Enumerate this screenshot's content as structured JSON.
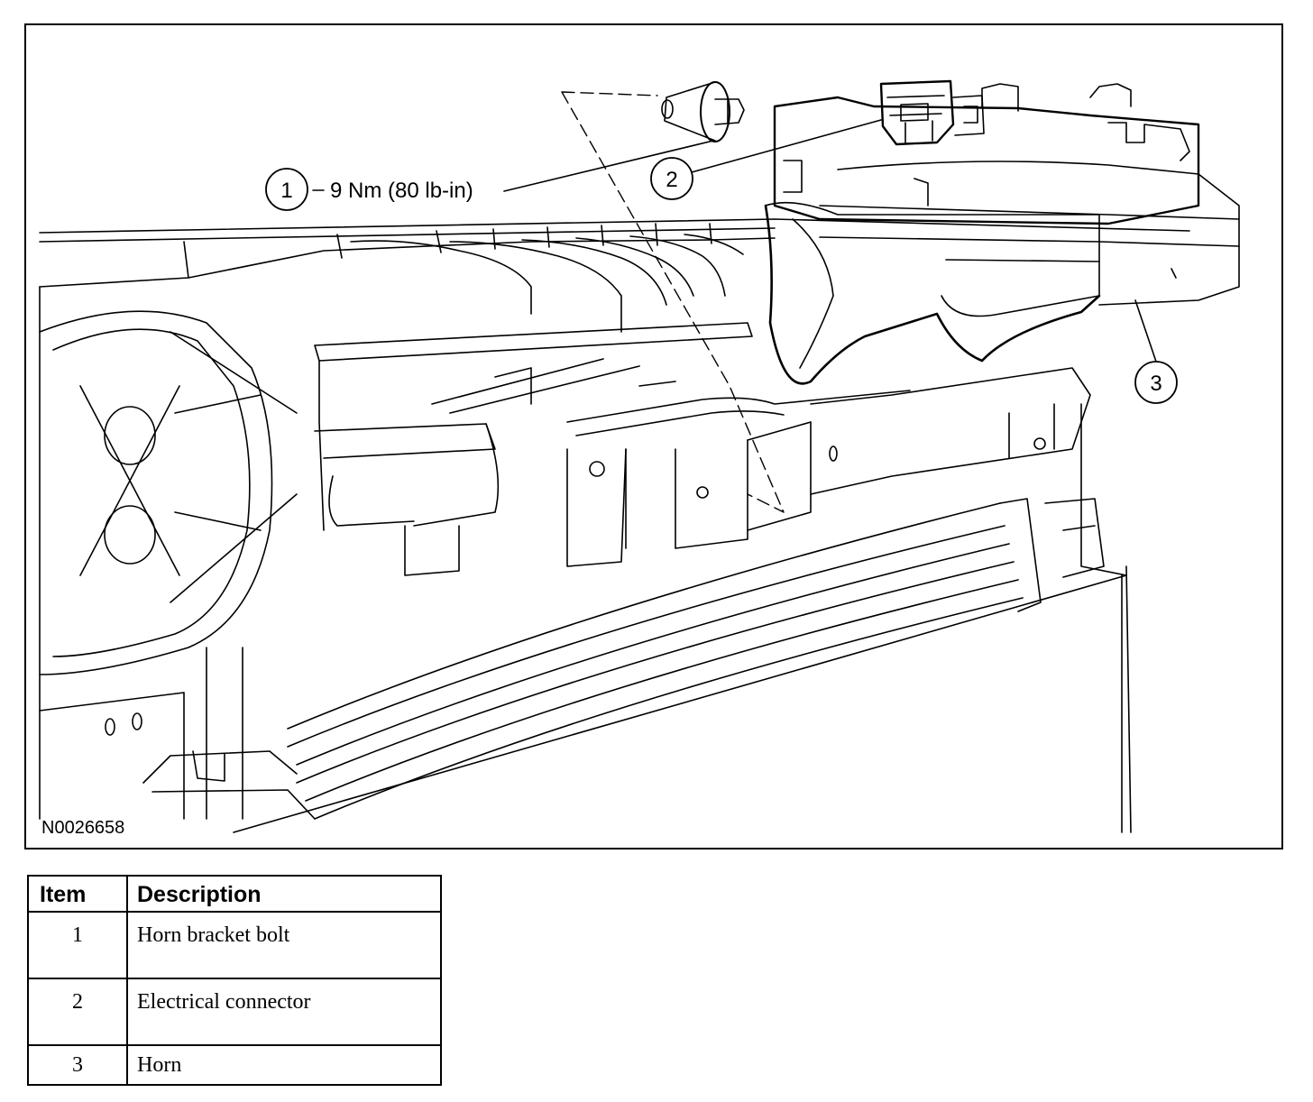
{
  "figure": {
    "figure_id": "N0026658",
    "callouts": [
      {
        "number": "1",
        "label": "9 Nm (80 lb-in)"
      },
      {
        "number": "2",
        "label": ""
      },
      {
        "number": "3",
        "label": ""
      }
    ]
  },
  "legend": {
    "headers": {
      "item": "Item",
      "description": "Description"
    },
    "rows": [
      {
        "item": "1",
        "description": "Horn bracket bolt"
      },
      {
        "item": "2",
        "description": "Electrical connector"
      },
      {
        "item": "3",
        "description": "Horn"
      }
    ]
  }
}
